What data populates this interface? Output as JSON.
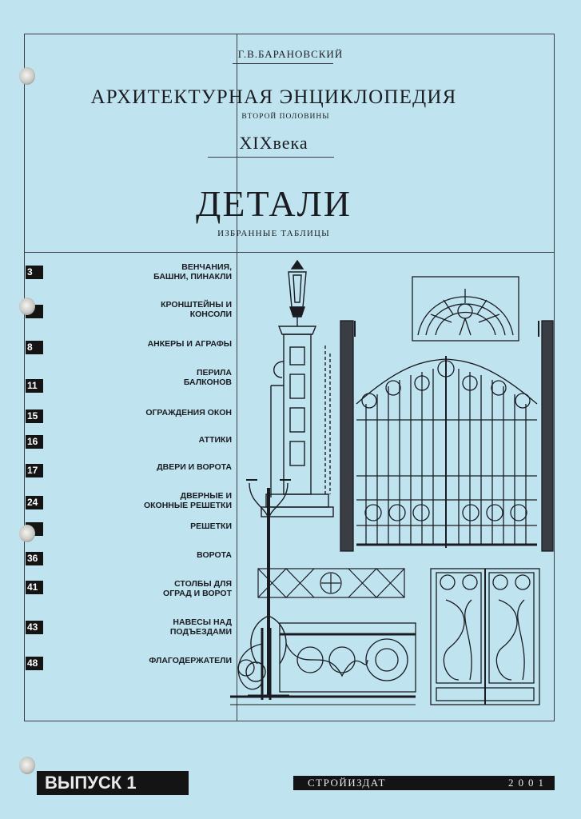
{
  "cover": {
    "author": "Г.В.БАРАНОВСКИЙ",
    "title_line1": "АРХИТЕКТУРНАЯ ЭНЦИКЛОПЕДИЯ",
    "title_line2": "ВТОРОЙ ПОЛОВИНЫ",
    "century": "XIXвека",
    "section_title": "ДЕТАЛИ",
    "section_subtitle": "ИЗБРАННЫЕ ТАБЛИЦЫ"
  },
  "toc": [
    {
      "num": "3",
      "label": "ВЕНЧАНИЯ,\nБАШНИ, ПИНАКЛИ"
    },
    {
      "num": "",
      "label": "КРОНШТЕЙНЫ И\nКОНСОЛИ"
    },
    {
      "num": "8",
      "label": "АНКЕРЫ И АГРАФЫ"
    },
    {
      "num": "11",
      "label": "ПЕРИЛА\nБАЛКОНОВ"
    },
    {
      "num": "15",
      "label": "ОГРАЖДЕНИЯ ОКОН"
    },
    {
      "num": "16",
      "label": "АТТИКИ"
    },
    {
      "num": "17",
      "label": "ДВЕРИ И ВОРОТА"
    },
    {
      "num": "24",
      "label": "ДВЕРНЫЕ И\nОКОННЫЕ РЕШЕТКИ"
    },
    {
      "num": "",
      "label": "РЕШЕТКИ"
    },
    {
      "num": "36",
      "label": "ВОРОТА"
    },
    {
      "num": "41",
      "label": "СТОЛБЫ ДЛЯ\nОГРАД И ВОРОТ"
    },
    {
      "num": "43",
      "label": "НАВЕСЫ НАД\nПОДЪЕЗДАМИ"
    },
    {
      "num": "48",
      "label": "ФЛАГОДЕРЖАТЕЛИ"
    }
  ],
  "footer": {
    "issue": "ВЫПУСК 1",
    "publisher": "СТРОЙИЗДАТ",
    "year": "2001"
  },
  "colors": {
    "paper": "#bfe3ef",
    "ink": "#1a1c22"
  }
}
